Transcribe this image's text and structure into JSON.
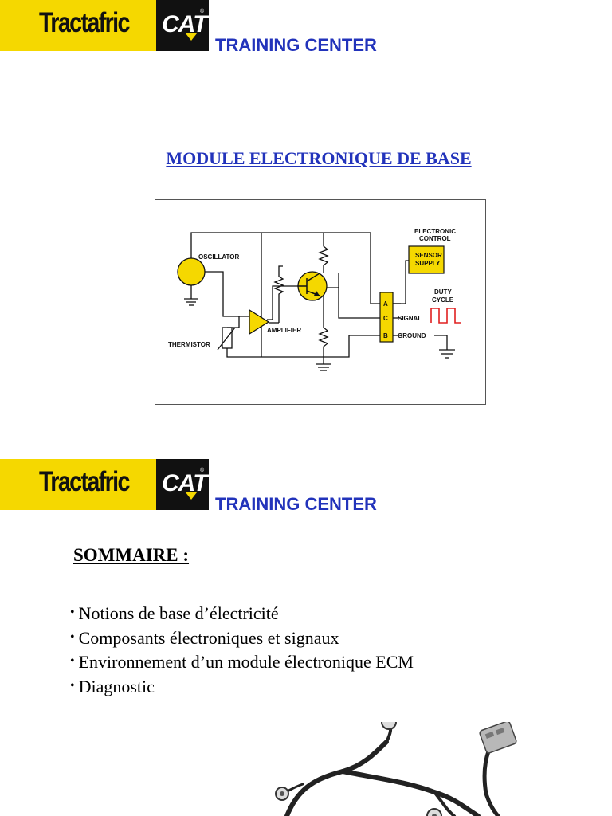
{
  "slides": [
    {
      "logo": {
        "brand": "Tractafric",
        "cat": "CAT",
        "reg": "®"
      },
      "header": "TRAINING CENTER",
      "title": "MODULE ELECTRONIQUE DE BASE",
      "diagram": {
        "labels": {
          "oscillator": "OSCILLATOR",
          "thermistor": "THERMISTOR",
          "amplifier": "AMPLIFIER",
          "electronic": "ELECTRONIC",
          "control": "CONTROL",
          "sensor": "SENSOR",
          "supply": "SUPPLY",
          "duty": "DUTY",
          "cycle": "CYCLE",
          "signal": "SIGNAL",
          "ground": "GROUND",
          "pin_a": "A",
          "pin_c": "C",
          "pin_b": "B"
        },
        "colors": {
          "component": "#f5d800",
          "duty_wave": "#e02020"
        }
      }
    },
    {
      "logo": {
        "brand": "Tractafric",
        "cat": "CAT",
        "reg": "®"
      },
      "header": "TRAINING CENTER",
      "heading": "SOMMAIRE :",
      "bullet": "•",
      "items": [
        "Notions de base d’électricité",
        "Composants électroniques et signaux",
        "Environnement d’un module électronique ECM",
        "Diagnostic"
      ]
    }
  ],
  "colors": {
    "brand_yellow": "#f5d800",
    "title_blue": "#2233bb"
  }
}
